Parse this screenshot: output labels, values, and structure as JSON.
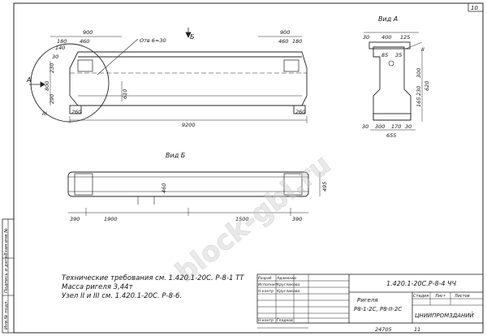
{
  "sheet": {
    "page_number": "10",
    "copy_number": "24705",
    "copy_sheet": "11",
    "watermark": "block-gbi.ru"
  },
  "views": {
    "view_a_title": "Вид А",
    "view_b_title": "Вид Б",
    "arrow_a": "А",
    "arrow_b": "Б",
    "section_iii": "III",
    "section_ii": "II"
  },
  "dims_front": {
    "top_left_900": "900",
    "top_left_460": "460",
    "top_left_180": "180",
    "top_left_140": "140",
    "top_right_900": "900",
    "top_right_460": "460",
    "top_right_180": "180",
    "hole_note": "Отв 6=30",
    "left_30": "30",
    "left_230": "230",
    "left_800": "800",
    "left_290": "290",
    "mid_610": "610",
    "bottom_260_left": "260",
    "bottom_260_right": "260",
    "overall": "9200"
  },
  "dims_a": {
    "top_30": "30",
    "top_400": "400",
    "top_125": "125",
    "top_85": "85",
    "top_35": "35",
    "right_300": "300",
    "right_230": "230",
    "right_165": "165",
    "right_620": "620",
    "bottom_30": "30",
    "bottom_300": "300",
    "bottom_170": "170",
    "bottom_30b": "30",
    "width_655": "655"
  },
  "dims_b": {
    "mid_460": "460",
    "right_495": "495",
    "bot_390": "390",
    "bot_1900": "1900",
    "bot_1500": "1500",
    "bot_390b": "390"
  },
  "notes": {
    "line1": "Технические требования  см. 1.420.1-20С. Р-8-1 ТТ",
    "line2": "Масса ригеля    3,44т",
    "line3": "Узел  II и III  см.    1.420.1-20С. Р-8-6."
  },
  "title_block": {
    "code": "1.420.1-20С.Р-8-4 ЧЧ",
    "product_name": "Ригеля",
    "product_marks": "Р8-1-2С,  Р8-II-2С",
    "org": "ЦНИИПРОМЗДАНИЙ",
    "stage_label": "Стадия",
    "sheet_label": "Лист",
    "sheets_label": "Листов",
    "roles": [
      "Разраб",
      "Исполнит",
      "Н.контр"
    ],
    "names": [
      "Адаменко",
      "Кругликова",
      "Кругликова"
    ],
    "n_control": "Н.контр",
    "n_control_name": "Гладков"
  },
  "side_stamp": {
    "cells": [
      "Инв.№ подл.",
      "Подпись и дата",
      "Взам.инв.№"
    ]
  }
}
